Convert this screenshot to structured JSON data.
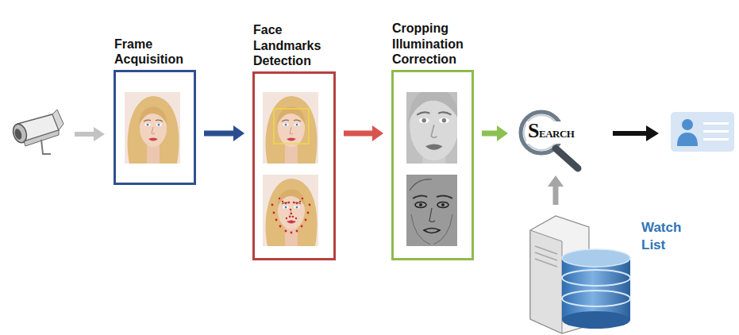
{
  "diagram": {
    "nodes": [
      {
        "text": [
          "Frame Acquisition"
        ]
      },
      {
        "text": [
          "Face Landmarks Detection"
        ]
      },
      {
        "text": [
          "Cropping Illumination Correction"
        ]
      },
      {
        "text": [
          "SEARCH"
        ]
      },
      {
        "text": [
          "Watch List"
        ]
      }
    ],
    "edges": [
      {
        "from": 0,
        "to": 1,
        "arrow": "to"
      },
      {
        "from": 1,
        "to": 2,
        "arrow": "to"
      },
      {
        "from": 2,
        "to": 3,
        "arrow": "to"
      },
      {
        "from": 4,
        "to": 3,
        "arrow": "to"
      }
    ]
  }
}
